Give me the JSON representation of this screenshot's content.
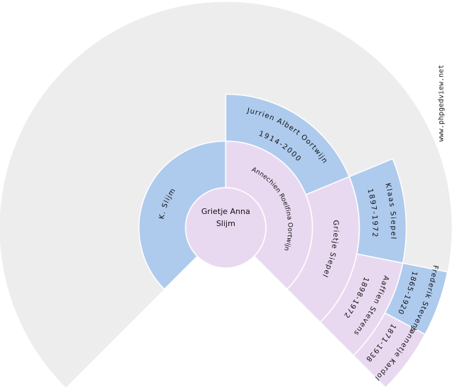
{
  "watermark": {
    "text": "www.phpgedview.net"
  },
  "colors": {
    "male_fill": "#aecbee",
    "female_fill": "#e9d9f0",
    "empty_fill": "#ededed",
    "background": "#ffffff",
    "text": "#111111"
  },
  "persons": {
    "center": {
      "line1": "Grietje Anna",
      "line2": "Slijm"
    },
    "father": {
      "name": "K. Slijm"
    },
    "mother": {
      "name": "Annechien Roelfina Oortwijn"
    },
    "maternal_grandfather": {
      "name": "Jurrien Albert Oortwijn",
      "dates": "1914-2000"
    },
    "maternal_grandmother": {
      "name": "Grietje Siepel"
    },
    "great_grandfather": {
      "name": "Klaas Siepel",
      "dates": "1897-1972"
    },
    "great_grandmother": {
      "name": "Aaffien Stevens",
      "dates": "1898-1972"
    },
    "great_great_grandfather": {
      "name": "Frederik Stevens",
      "dates": "1865-1920"
    },
    "great_great_grandmother": {
      "name": "Jannetje Kardol",
      "dates": "1871-1938"
    }
  }
}
